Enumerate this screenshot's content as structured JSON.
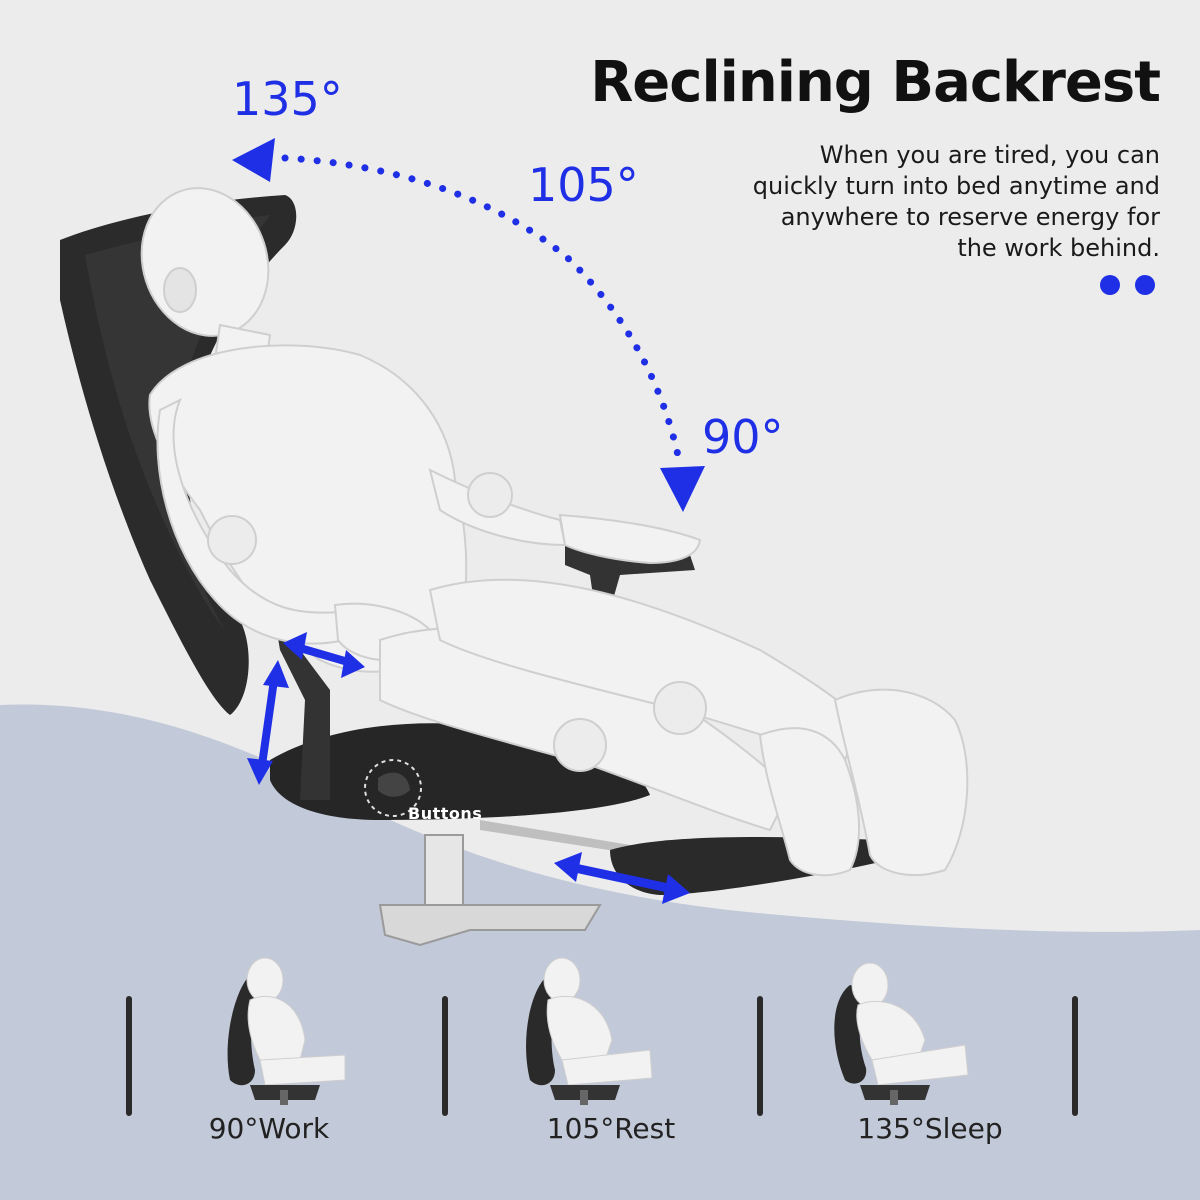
{
  "title": "Reclining Backrest",
  "description": "When you are tired, you can quickly turn into bed anytime and anywhere to reserve energy for the work behind.",
  "angles": {
    "a135": "135°",
    "a105": "105°",
    "a90": "90°"
  },
  "buttons_label": "Buttons",
  "positions": [
    {
      "label": "90°Work"
    },
    {
      "label": "105°Rest"
    },
    {
      "label": "135°Sleep"
    }
  ],
  "colors": {
    "accent": "#1f2fe6",
    "background": "#ececec",
    "bottom_band": "#c2c9d8",
    "chair": "#2a2a2a",
    "figure": "#f2f2f2"
  },
  "icons": [
    "dotted-arc-arrow",
    "double-arrow",
    "pagination-dots",
    "divider-bar"
  ]
}
